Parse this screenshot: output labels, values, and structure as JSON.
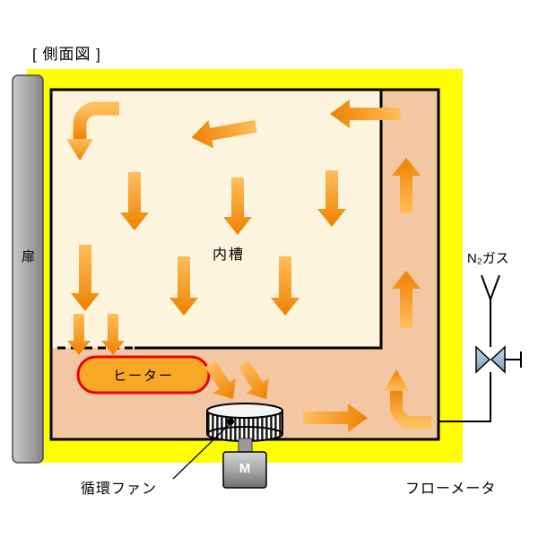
{
  "title": "[ 側面図 ]",
  "labels": {
    "door": "扉",
    "inner_chamber": "内槽",
    "heater": "ヒーター",
    "circulation_fan": "循環ファン",
    "motor": "M",
    "n2_gas": "N₂ガス",
    "flow_meter": "フローメータ"
  },
  "colors": {
    "insulation": "#FFFF00",
    "chamber": "#FCF4DC",
    "duct": "#F4C7A3",
    "arrow_light": "#FFBE5C",
    "arrow_dark": "#EE8100",
    "heater_fill": "#F9A825",
    "heater_border": "#E8000D",
    "valve_light": "#C2D6E8",
    "valve_dark": "#7E9DB8"
  }
}
